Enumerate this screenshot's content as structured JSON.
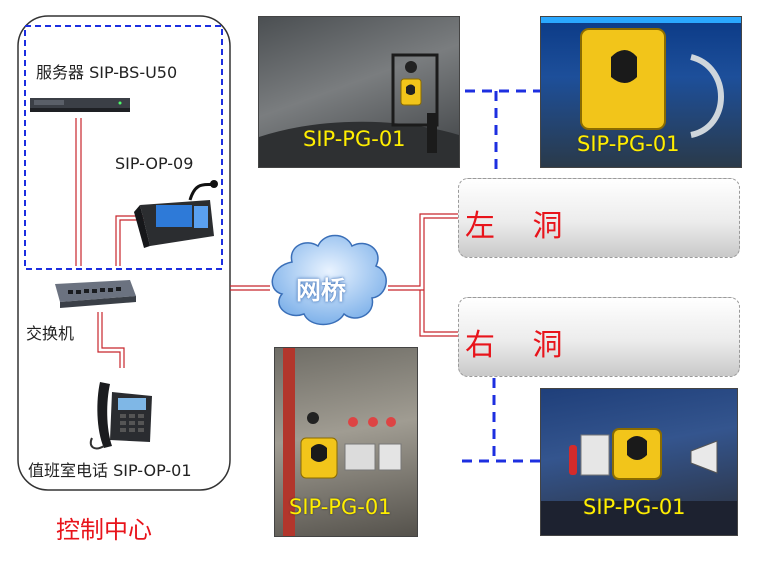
{
  "control_center": {
    "title": "控制中心",
    "server_label": "服务器 SIP-BS-U50",
    "operator_console_label": "SIP-OP-09",
    "switch_label": "交换机",
    "duty_phone_label": "值班室电话 SIP-OP-01"
  },
  "bridge": {
    "label": "网桥"
  },
  "tunnels": [
    {
      "label": "左 洞"
    },
    {
      "label": "右 洞"
    }
  ],
  "phones": [
    {
      "label": "SIP-PG-01"
    },
    {
      "label": "SIP-PG-01"
    },
    {
      "label": "SIP-PG-01"
    },
    {
      "label": "SIP-PG-01"
    }
  ],
  "colors": {
    "link": "#c8262c",
    "dashed": "#1d2fe0",
    "accent_text": "#e8141b",
    "phone_label": "#ffee00"
  }
}
